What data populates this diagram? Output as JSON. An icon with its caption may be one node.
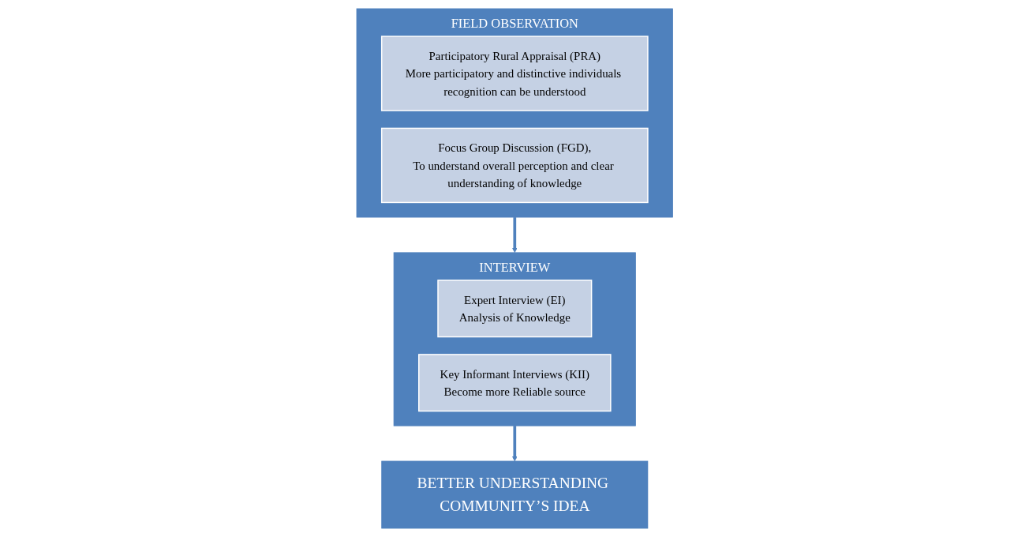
{
  "diagram": {
    "nodes": [
      {
        "text": [
          "FIELD OBSERVATION"
        ]
      },
      {
        "text": [
          "Participatory Rural Appraisal (PRA)",
          "More participatory and distinctive individuals recognition can be understood"
        ],
        "in": 0
      },
      {
        "text": [
          "Focus Group Discussion (FGD),",
          "To understand overall perception and clear understanding of knowledge"
        ],
        "in": 0
      },
      {
        "text": [
          "INTERVIEW"
        ]
      },
      {
        "text": [
          "Expert Interview (EI)",
          "Analysis of Knowledge"
        ],
        "in": 3
      },
      {
        "text": [
          "Key Informant Interviews (KII)",
          "Become more Reliable source"
        ],
        "in": 3
      },
      {
        "text": [
          "BETTER UNDERSTANDING COMMUNITY’S IDEA"
        ]
      }
    ],
    "edges": [
      {
        "from": 0,
        "to": 3,
        "arrow": "to"
      },
      {
        "from": 3,
        "to": 6,
        "arrow": "to"
      }
    ]
  }
}
